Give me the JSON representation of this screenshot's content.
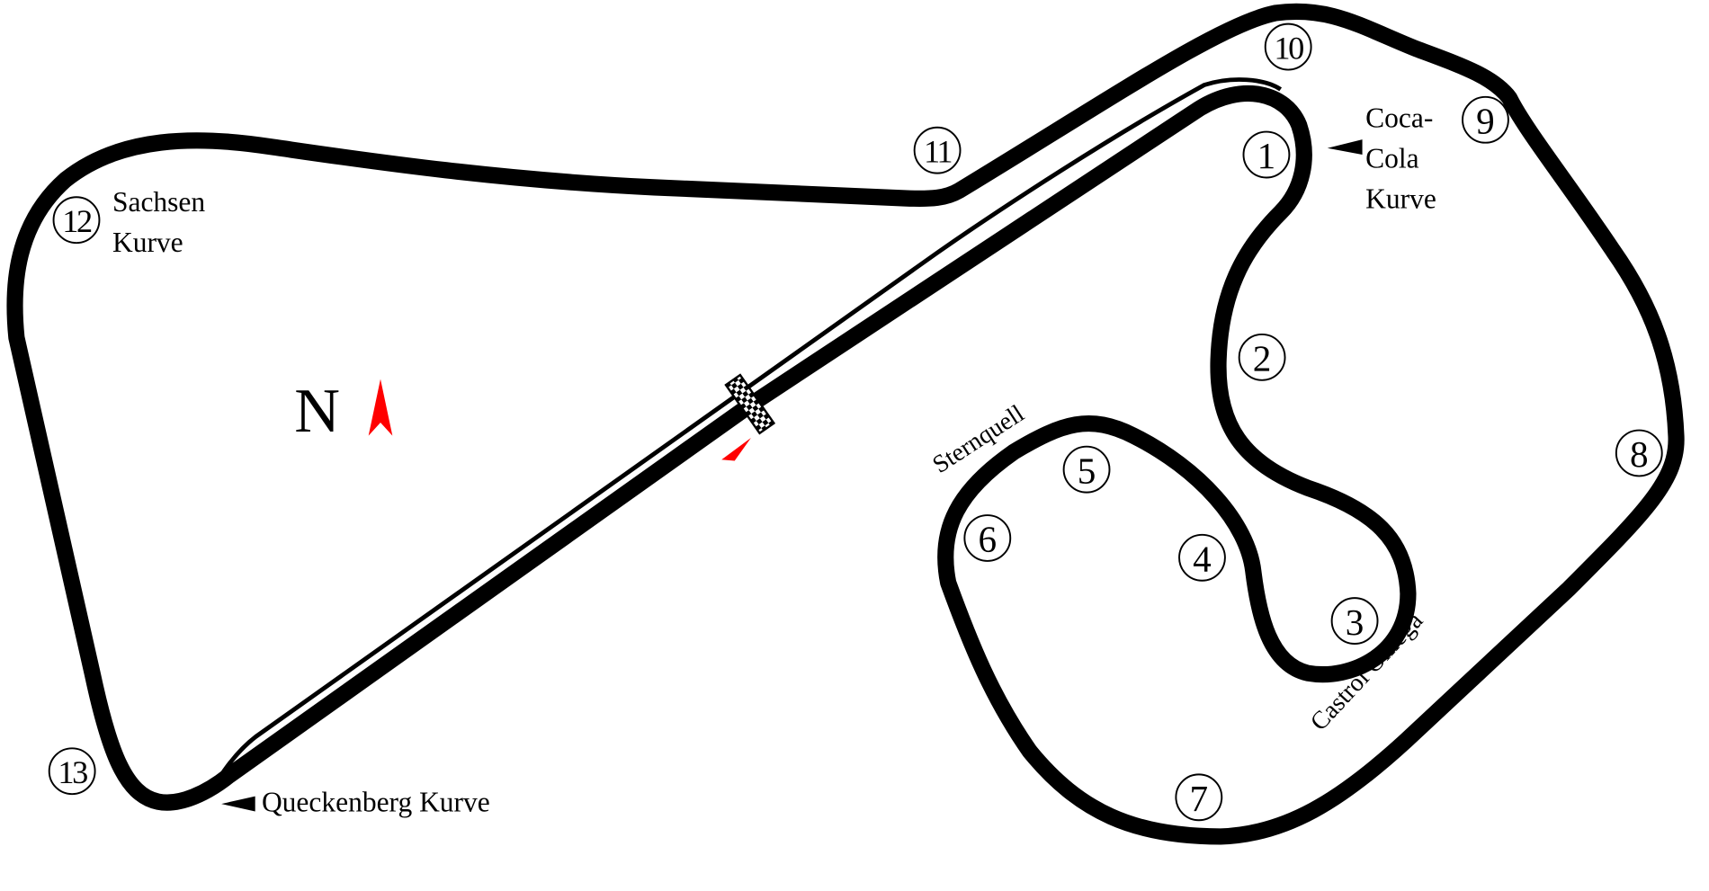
{
  "colors": {
    "track": "#000000",
    "accent": "#ff0000",
    "background": "#ffffff"
  },
  "corners": [
    {
      "number": "1",
      "name": ""
    },
    {
      "number": "2",
      "name": ""
    },
    {
      "number": "3",
      "name": ""
    },
    {
      "number": "4",
      "name": ""
    },
    {
      "number": "5",
      "name": ""
    },
    {
      "number": "6",
      "name": ""
    },
    {
      "number": "7",
      "name": ""
    },
    {
      "number": "8",
      "name": ""
    },
    {
      "number": "9",
      "name": ""
    },
    {
      "number": "10",
      "name": ""
    },
    {
      "number": "11",
      "name": ""
    },
    {
      "number": "12",
      "name": ""
    },
    {
      "number": "13",
      "name": ""
    }
  ],
  "labels": {
    "sachsen_1": "Sachsen",
    "sachsen_2": "Kurve",
    "coca_1": "Coca-",
    "coca_2": "Cola",
    "coca_3": "Kurve",
    "queckenberg": "Queckenberg Kurve",
    "sternquell": "Sternquell",
    "castrol": "Castrol Omega",
    "north": "N"
  },
  "icons": {
    "north_arrow": "north-arrow-icon",
    "start_finish": "checkered-flag-icon",
    "direction": "direction-arrow-icon"
  }
}
